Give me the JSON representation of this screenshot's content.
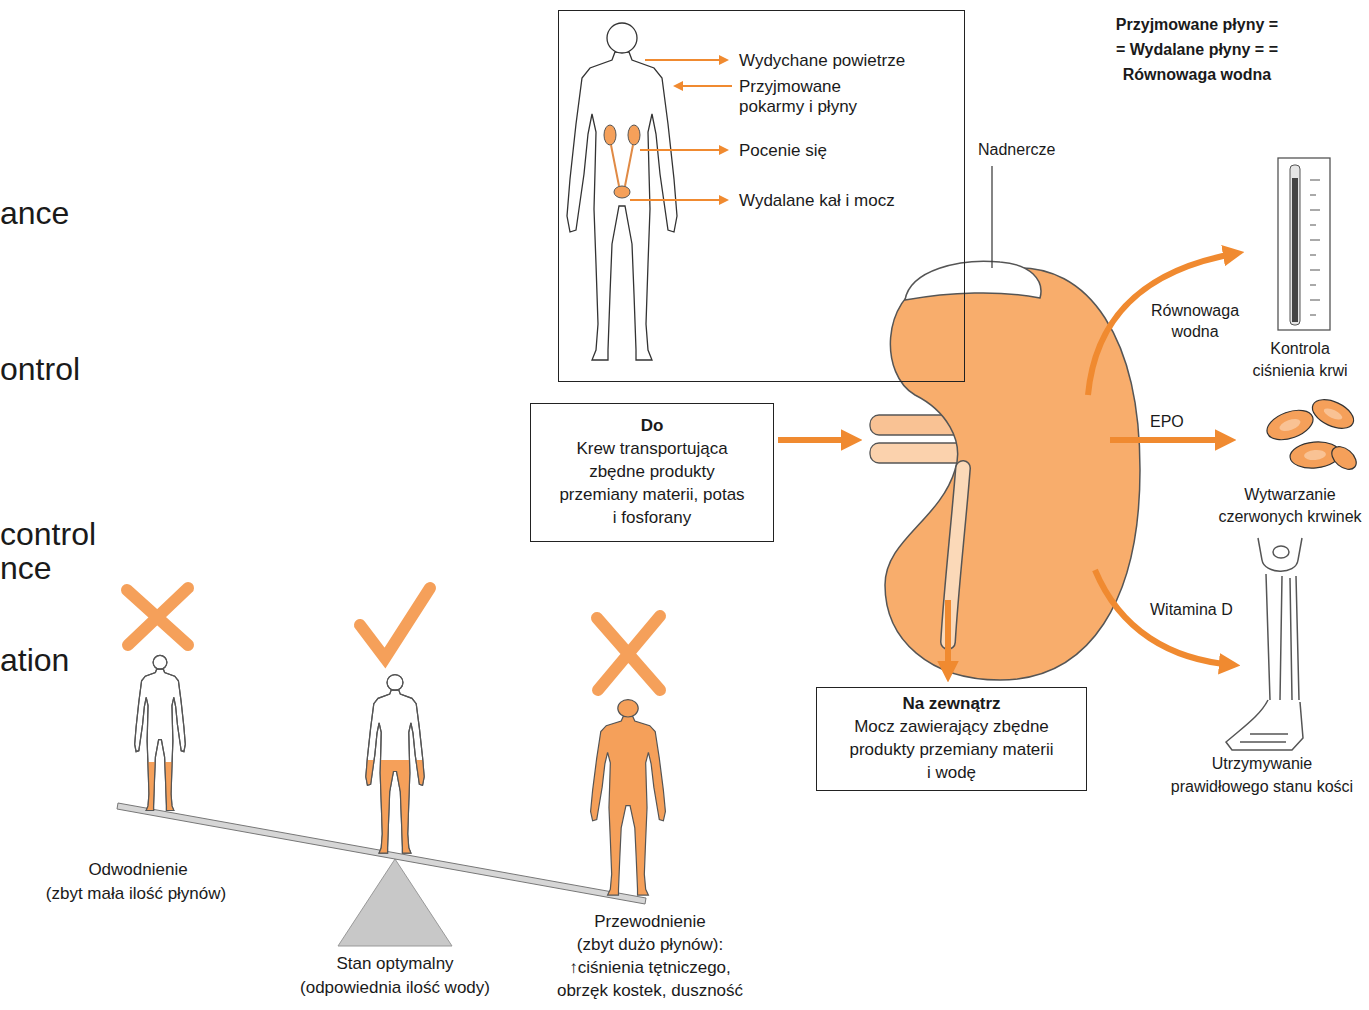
{
  "diagram": {
    "nodes": [
      {
        "text": [
          "Wydychane powietrze",
          "Przyjmowane pokarmy i płyny",
          "Pocenie się",
          "Wydalane kał i mocz"
        ]
      },
      {
        "text": [
          "Do",
          "Krew transportująca zbędne produkty przemiany materii, potas i fosforany"
        ]
      },
      {
        "text": [
          "Na zewnątrz",
          "Mocz zawierający zbędne produkty przemiany materii i wodę"
        ]
      }
    ],
    "labels": [
      "ance",
      "ontrol",
      "control",
      "nce",
      "ation",
      "Przyjmowane płyny = = Wydalane płyny = = Równowaga wodna",
      "Nadnercze",
      "Równowaga wodna",
      "Kontrola ciśnienia krwi",
      "EPO",
      "Wytwarzanie czerwonych krwinek",
      "Witamina D",
      "Utrzymywanie prawidłowego stanu kości",
      "Odwodnienie",
      "(zbyt mała ilość płynów)",
      "Stan optymalny",
      "(odpowiednia ilość wody)",
      "Przewodnienie",
      "(zbyt dużo płynów): ↑ciśnienia tętniczego, obrzęk kostek, duszność"
    ]
  }
}
